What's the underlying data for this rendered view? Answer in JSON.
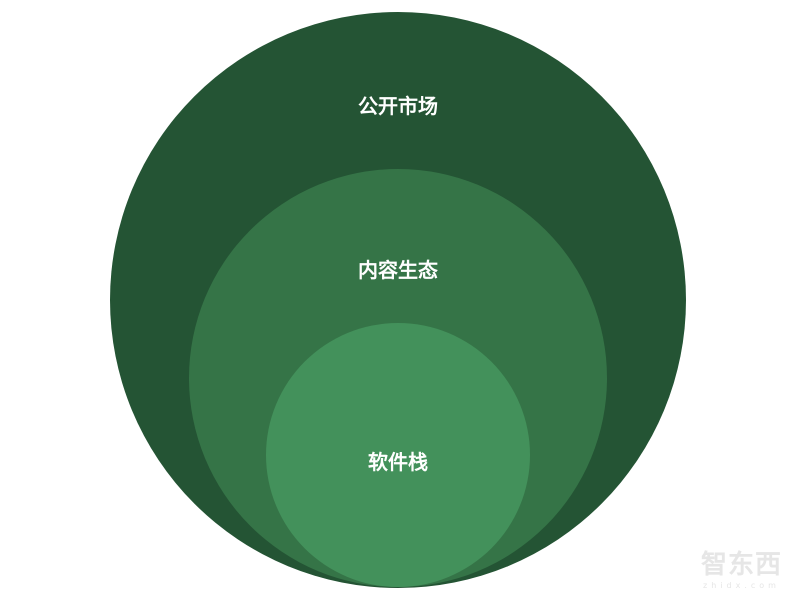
{
  "diagram": {
    "type": "nested-circles",
    "layers": [
      {
        "label": "公开市场",
        "color": "#245434"
      },
      {
        "label": "内容生态",
        "color": "#357447"
      },
      {
        "label": "软件栈",
        "color": "#43915b"
      }
    ]
  },
  "watermark": {
    "text": "智东西",
    "url_text": "zhidx.com"
  }
}
